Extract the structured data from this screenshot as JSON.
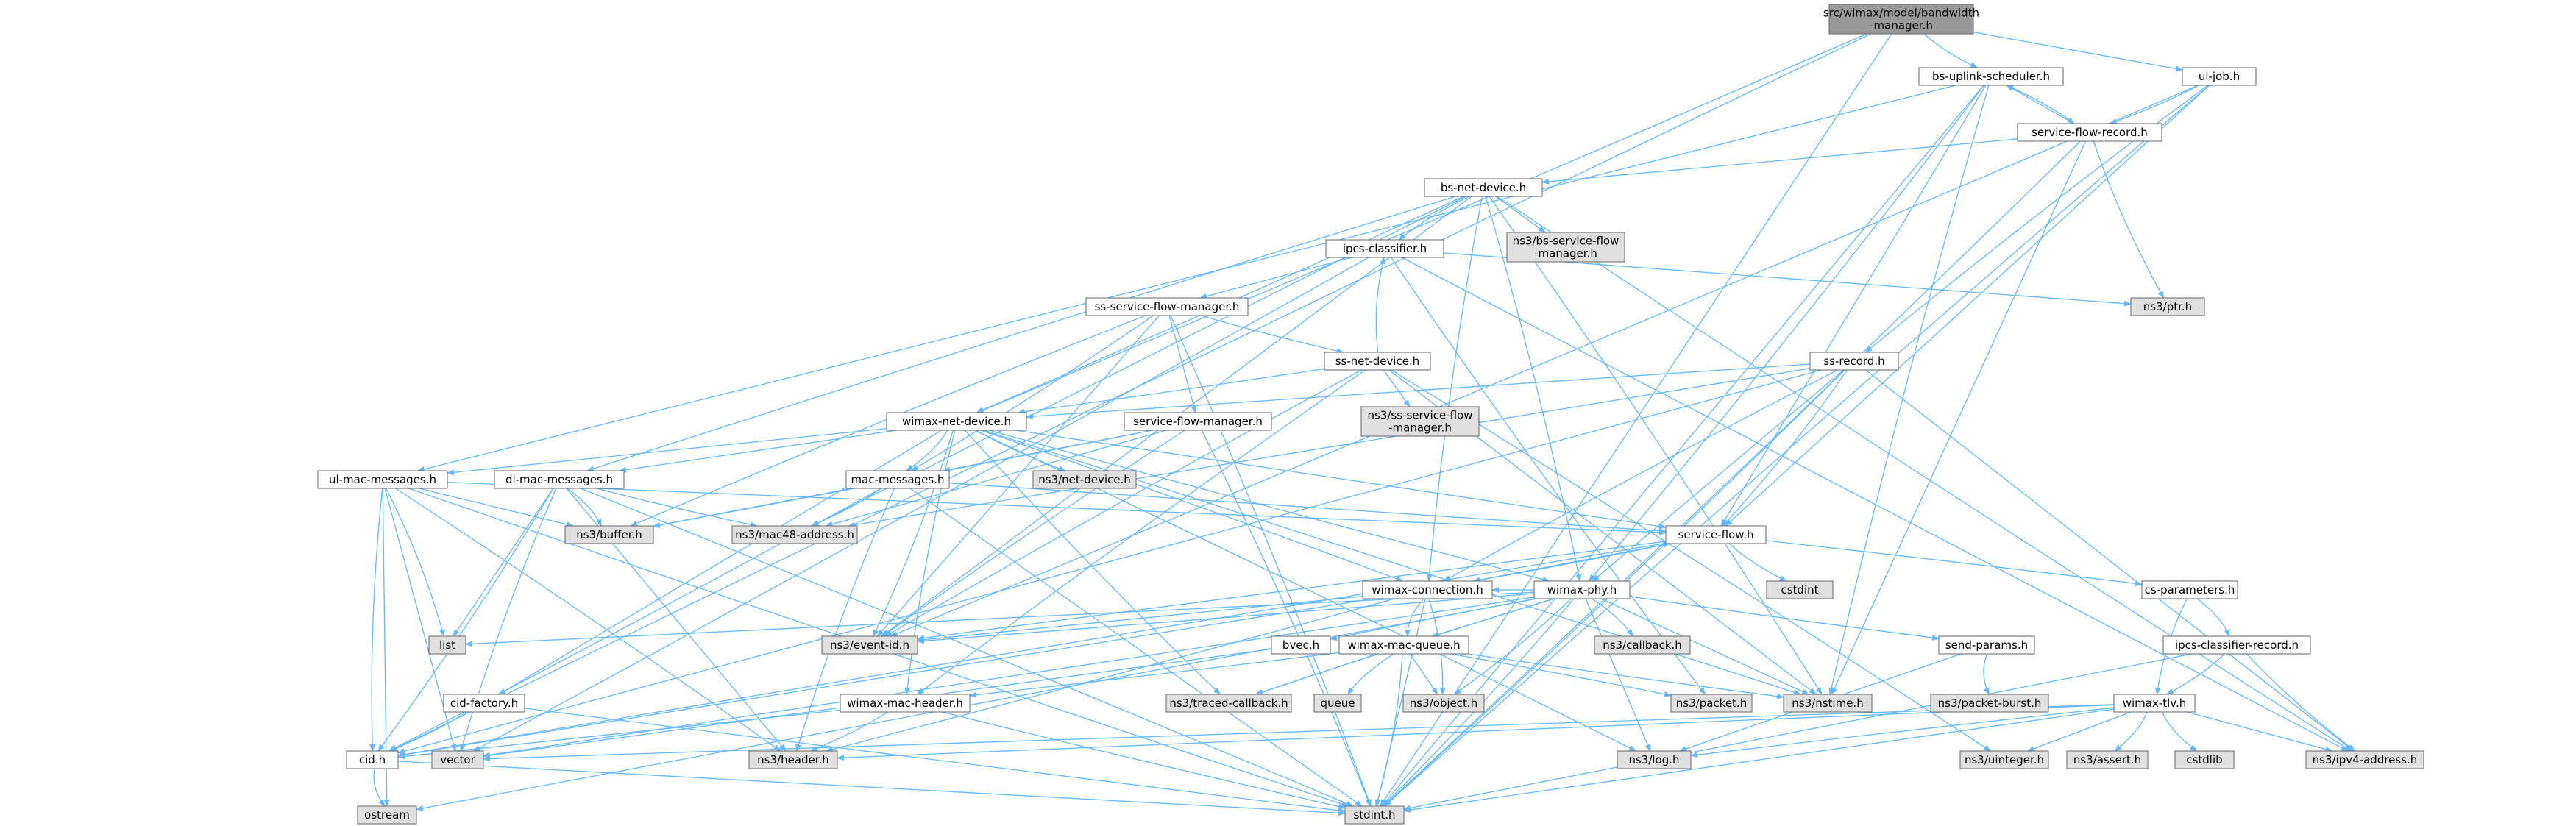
{
  "colors": {
    "edge": "#63b8ff",
    "root_fill": "#999999",
    "local_fill": "#ffffff",
    "system_fill": "#e0e0e0",
    "border": "#666666"
  },
  "nodes": [
    {
      "id": "root",
      "label": "src/wimax/model/bandwidth\n-manager.h",
      "kind": "root"
    },
    {
      "id": "bs-uplink",
      "label": "bs-uplink-scheduler.h",
      "kind": "local"
    },
    {
      "id": "ul-job",
      "label": "ul-job.h",
      "kind": "local"
    },
    {
      "id": "sfr",
      "label": "service-flow-record.h",
      "kind": "local"
    },
    {
      "id": "bs-net",
      "label": "bs-net-device.h",
      "kind": "local"
    },
    {
      "id": "ipcs",
      "label": "ipcs-classifier.h",
      "kind": "local"
    },
    {
      "id": "ns3bs",
      "label": "ns3/bs-service-flow\n-manager.h",
      "kind": "system"
    },
    {
      "id": "ns3ptr",
      "label": "ns3/ptr.h",
      "kind": "system"
    },
    {
      "id": "ssfm",
      "label": "ss-service-flow-manager.h",
      "kind": "local"
    },
    {
      "id": "ss-net",
      "label": "ss-net-device.h",
      "kind": "local"
    },
    {
      "id": "ss-record",
      "label": "ss-record.h",
      "kind": "local"
    },
    {
      "id": "ns3ss",
      "label": "ns3/ss-service-flow\n-manager.h",
      "kind": "system"
    },
    {
      "id": "wnd",
      "label": "wimax-net-device.h",
      "kind": "local"
    },
    {
      "id": "sfm",
      "label": "service-flow-manager.h",
      "kind": "local"
    },
    {
      "id": "ulmac",
      "label": "ul-mac-messages.h",
      "kind": "local"
    },
    {
      "id": "dlmac",
      "label": "dl-mac-messages.h",
      "kind": "local"
    },
    {
      "id": "macmsg",
      "label": "mac-messages.h",
      "kind": "local"
    },
    {
      "id": "ns3netdev",
      "label": "ns3/net-device.h",
      "kind": "system"
    },
    {
      "id": "ns3buffer",
      "label": "ns3/buffer.h",
      "kind": "system"
    },
    {
      "id": "ns3mac48",
      "label": "ns3/mac48-address.h",
      "kind": "system"
    },
    {
      "id": "sf",
      "label": "service-flow.h",
      "kind": "local"
    },
    {
      "id": "cstdint",
      "label": "cstdint",
      "kind": "system"
    },
    {
      "id": "wconn",
      "label": "wimax-connection.h",
      "kind": "local"
    },
    {
      "id": "wphy",
      "label": "wimax-phy.h",
      "kind": "local"
    },
    {
      "id": "csparams",
      "label": "cs-parameters.h",
      "kind": "local"
    },
    {
      "id": "list",
      "label": "list",
      "kind": "system"
    },
    {
      "id": "ns3event",
      "label": "ns3/event-id.h",
      "kind": "system"
    },
    {
      "id": "bvec",
      "label": "bvec.h",
      "kind": "local"
    },
    {
      "id": "wmq",
      "label": "wimax-mac-queue.h",
      "kind": "local"
    },
    {
      "id": "ns3callback",
      "label": "ns3/callback.h",
      "kind": "system"
    },
    {
      "id": "sendp",
      "label": "send-params.h",
      "kind": "local"
    },
    {
      "id": "ipcsrec",
      "label": "ipcs-classifier-record.h",
      "kind": "local"
    },
    {
      "id": "cidf",
      "label": "cid-factory.h",
      "kind": "local"
    },
    {
      "id": "wmh",
      "label": "wimax-mac-header.h",
      "kind": "local"
    },
    {
      "id": "ns3traced",
      "label": "ns3/traced-callback.h",
      "kind": "system"
    },
    {
      "id": "queue",
      "label": "queue",
      "kind": "system"
    },
    {
      "id": "ns3object",
      "label": "ns3/object.h",
      "kind": "system"
    },
    {
      "id": "ns3packet",
      "label": "ns3/packet.h",
      "kind": "system"
    },
    {
      "id": "ns3nstime",
      "label": "ns3/nstime.h",
      "kind": "system"
    },
    {
      "id": "ns3pb",
      "label": "ns3/packet-burst.h",
      "kind": "system"
    },
    {
      "id": "wtlv",
      "label": "wimax-tlv.h",
      "kind": "local"
    },
    {
      "id": "cid",
      "label": "cid.h",
      "kind": "local"
    },
    {
      "id": "vector",
      "label": "vector",
      "kind": "system"
    },
    {
      "id": "ns3header",
      "label": "ns3/header.h",
      "kind": "system"
    },
    {
      "id": "ns3log",
      "label": "ns3/log.h",
      "kind": "system"
    },
    {
      "id": "ns3uint",
      "label": "ns3/uinteger.h",
      "kind": "system"
    },
    {
      "id": "ns3assert",
      "label": "ns3/assert.h",
      "kind": "system"
    },
    {
      "id": "cstdlib",
      "label": "cstdlib",
      "kind": "system"
    },
    {
      "id": "ns3ipv4",
      "label": "ns3/ipv4-address.h",
      "kind": "system"
    },
    {
      "id": "ostream",
      "label": "ostream",
      "kind": "system"
    },
    {
      "id": "stdint",
      "label": "stdint.h",
      "kind": "system"
    }
  ],
  "edges": [
    [
      "root",
      "bs-uplink"
    ],
    [
      "root",
      "ul-job"
    ],
    [
      "root",
      "wnd"
    ],
    [
      "root",
      "cid"
    ],
    [
      "root",
      "stdint"
    ],
    [
      "bs-uplink",
      "sfr"
    ],
    [
      "bs-uplink",
      "ulmac"
    ],
    [
      "bs-uplink",
      "sf"
    ],
    [
      "bs-uplink",
      "wphy"
    ],
    [
      "bs-uplink",
      "ns3nstime"
    ],
    [
      "bs-uplink",
      "stdint"
    ],
    [
      "ul-job",
      "sfr"
    ],
    [
      "ul-job",
      "ss-record"
    ],
    [
      "ul-job",
      "sf"
    ],
    [
      "ul-job",
      "ns3event"
    ],
    [
      "ul-job",
      "stdint"
    ],
    [
      "sfr",
      "bs-uplink"
    ],
    [
      "sfr",
      "bs-net"
    ],
    [
      "sfr",
      "ns3ptr"
    ],
    [
      "sfr",
      "ns3nstime"
    ],
    [
      "sfr",
      "stdint"
    ],
    [
      "bs-net",
      "ipcs"
    ],
    [
      "bs-net",
      "ns3bs"
    ],
    [
      "bs-net",
      "wnd"
    ],
    [
      "bs-net",
      "dlmac"
    ],
    [
      "bs-net",
      "ns3mac48"
    ],
    [
      "bs-net",
      "wphy"
    ],
    [
      "bs-net",
      "wconn"
    ],
    [
      "bs-net",
      "ns3event"
    ],
    [
      "bs-net",
      "ns3nstime"
    ],
    [
      "bs-net",
      "ns3ipv4"
    ],
    [
      "ipcs",
      "ssfm"
    ],
    [
      "ipcs",
      "ns3ptr"
    ],
    [
      "ipcs",
      "ns3packet"
    ],
    [
      "ipcs",
      "ns3ipv4"
    ],
    [
      "ipcs",
      "vector"
    ],
    [
      "ssfm",
      "ss-net"
    ],
    [
      "ssfm",
      "sfm"
    ],
    [
      "ssfm",
      "macmsg"
    ],
    [
      "ssfm",
      "ns3buffer"
    ],
    [
      "ssfm",
      "ns3event"
    ],
    [
      "ssfm",
      "stdint"
    ],
    [
      "ss-net",
      "ipcs"
    ],
    [
      "ss-net",
      "ns3ss"
    ],
    [
      "ss-net",
      "wnd"
    ],
    [
      "ss-net",
      "ns3event"
    ],
    [
      "ss-net",
      "ns3nstime"
    ],
    [
      "ss-net",
      "ns3uint"
    ],
    [
      "ss-net",
      "wmh"
    ],
    [
      "ss-record",
      "wnd"
    ],
    [
      "ss-record",
      "sf"
    ],
    [
      "ss-record",
      "wconn"
    ],
    [
      "ss-record",
      "wphy"
    ],
    [
      "ss-record",
      "ns3mac48"
    ],
    [
      "ss-record",
      "cid"
    ],
    [
      "ss-record",
      "ns3ipv4"
    ],
    [
      "ss-record",
      "stdint"
    ],
    [
      "wnd",
      "ulmac"
    ],
    [
      "wnd",
      "dlmac"
    ],
    [
      "wnd",
      "macmsg"
    ],
    [
      "wnd",
      "ns3netdev"
    ],
    [
      "wnd",
      "sf"
    ],
    [
      "wnd",
      "wconn"
    ],
    [
      "wnd",
      "wphy"
    ],
    [
      "wnd",
      "cidf"
    ],
    [
      "wnd",
      "ns3event"
    ],
    [
      "wnd",
      "ns3traced"
    ],
    [
      "wnd",
      "ns3nstime"
    ],
    [
      "wnd",
      "ns3log"
    ],
    [
      "wnd",
      "wmh"
    ],
    [
      "sfm",
      "macmsg"
    ],
    [
      "sfm",
      "ns3buffer"
    ],
    [
      "sfm",
      "ns3event"
    ],
    [
      "sfm",
      "ns3mac48"
    ],
    [
      "sfm",
      "stdint"
    ],
    [
      "ulmac",
      "sf"
    ],
    [
      "ulmac",
      "ns3buffer"
    ],
    [
      "ulmac",
      "list"
    ],
    [
      "ulmac",
      "cid"
    ],
    [
      "ulmac",
      "vector"
    ],
    [
      "ulmac",
      "ns3header"
    ],
    [
      "ulmac",
      "stdint"
    ],
    [
      "ulmac",
      "ostream"
    ],
    [
      "dlmac",
      "ns3buffer"
    ],
    [
      "dlmac",
      "ns3mac48"
    ],
    [
      "dlmac",
      "list"
    ],
    [
      "dlmac",
      "cid"
    ],
    [
      "dlmac",
      "vector"
    ],
    [
      "dlmac",
      "ns3header"
    ],
    [
      "dlmac",
      "stdint"
    ],
    [
      "macmsg",
      "sf"
    ],
    [
      "macmsg",
      "ns3buffer"
    ],
    [
      "macmsg",
      "ns3mac48"
    ],
    [
      "macmsg",
      "ns3header"
    ],
    [
      "macmsg",
      "stdint"
    ],
    [
      "macmsg",
      "cid"
    ],
    [
      "sf",
      "cstdint"
    ],
    [
      "sf",
      "wconn"
    ],
    [
      "sf",
      "csparams"
    ],
    [
      "sf",
      "ns3event"
    ],
    [
      "sf",
      "cid"
    ],
    [
      "wconn",
      "sf"
    ],
    [
      "wconn",
      "wmq"
    ],
    [
      "wconn",
      "ns3event"
    ],
    [
      "wconn",
      "ns3object"
    ],
    [
      "wconn",
      "cid"
    ],
    [
      "wconn",
      "stdint"
    ],
    [
      "wconn",
      "ns3header"
    ],
    [
      "wphy",
      "wconn"
    ],
    [
      "wphy",
      "list"
    ],
    [
      "wphy",
      "ns3event"
    ],
    [
      "wphy",
      "bvec"
    ],
    [
      "wphy",
      "wmq"
    ],
    [
      "wphy",
      "ns3callback"
    ],
    [
      "wphy",
      "sendp"
    ],
    [
      "wphy",
      "ns3nstime"
    ],
    [
      "wphy",
      "ns3object"
    ],
    [
      "wphy",
      "ns3traced"
    ],
    [
      "wphy",
      "ns3log"
    ],
    [
      "wphy",
      "stdint"
    ],
    [
      "wphy",
      "vector"
    ],
    [
      "wphy",
      "ostream"
    ],
    [
      "csparams",
      "ipcsrec"
    ],
    [
      "csparams",
      "wtlv"
    ],
    [
      "bvec",
      "vector"
    ],
    [
      "wmq",
      "wmh"
    ],
    [
      "wmq",
      "queue"
    ],
    [
      "wmq",
      "ns3object"
    ],
    [
      "wmq",
      "ns3packet"
    ],
    [
      "wmq",
      "ns3nstime"
    ],
    [
      "wmq",
      "ns3traced"
    ],
    [
      "wmq",
      "stdint"
    ],
    [
      "sendp",
      "ns3pb"
    ],
    [
      "sendp",
      "ns3log"
    ],
    [
      "ipcsrec",
      "wtlv"
    ],
    [
      "ipcsrec",
      "ns3ipv4"
    ],
    [
      "ipcsrec",
      "stdint"
    ],
    [
      "cidf",
      "cid"
    ],
    [
      "cidf",
      "stdint"
    ],
    [
      "wmh",
      "cid"
    ],
    [
      "wmh",
      "ns3header"
    ],
    [
      "wmh",
      "stdint"
    ],
    [
      "wtlv",
      "vector"
    ],
    [
      "wtlv",
      "ns3header"
    ],
    [
      "wtlv",
      "ns3log"
    ],
    [
      "wtlv",
      "ns3uint"
    ],
    [
      "wtlv",
      "ns3assert"
    ],
    [
      "wtlv",
      "cstdlib"
    ],
    [
      "wtlv",
      "ns3ipv4"
    ],
    [
      "wtlv",
      "stdint"
    ],
    [
      "cid",
      "ostream"
    ],
    [
      "cid",
      "stdint"
    ]
  ]
}
